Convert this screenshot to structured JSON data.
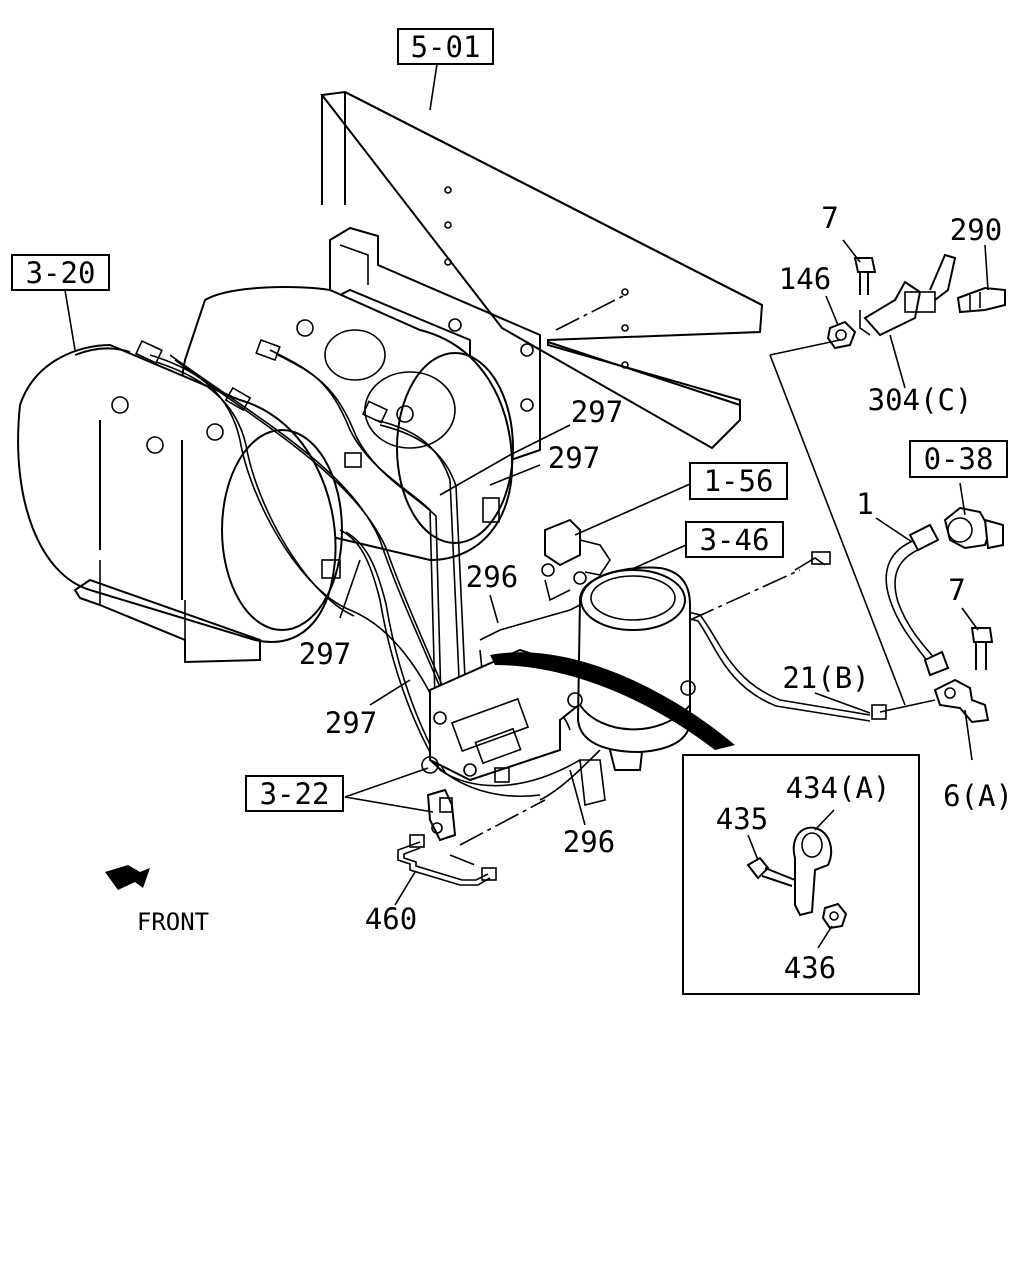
{
  "ref_boxes": {
    "r501": "5-01",
    "r320": "3-20",
    "r038": "0-38",
    "r156": "1-56",
    "r346": "3-46",
    "r322": "3-22"
  },
  "part_labels": {
    "p7a": "7",
    "p290": "290",
    "p146": "146",
    "p304c": "304(C)",
    "p297a": "297",
    "p297b": "297",
    "p297c": "297",
    "p297d": "297",
    "p1": "1",
    "p296a": "296",
    "p7b": "7",
    "p21b": "21(B)",
    "p6a": "6(A)",
    "p296b": "296",
    "p434a": "434(A)",
    "p435": "435",
    "p436": "436",
    "p460": "460"
  },
  "orientation": {
    "front": "FRONT",
    "arrow_icon": "front-direction-arrow"
  }
}
